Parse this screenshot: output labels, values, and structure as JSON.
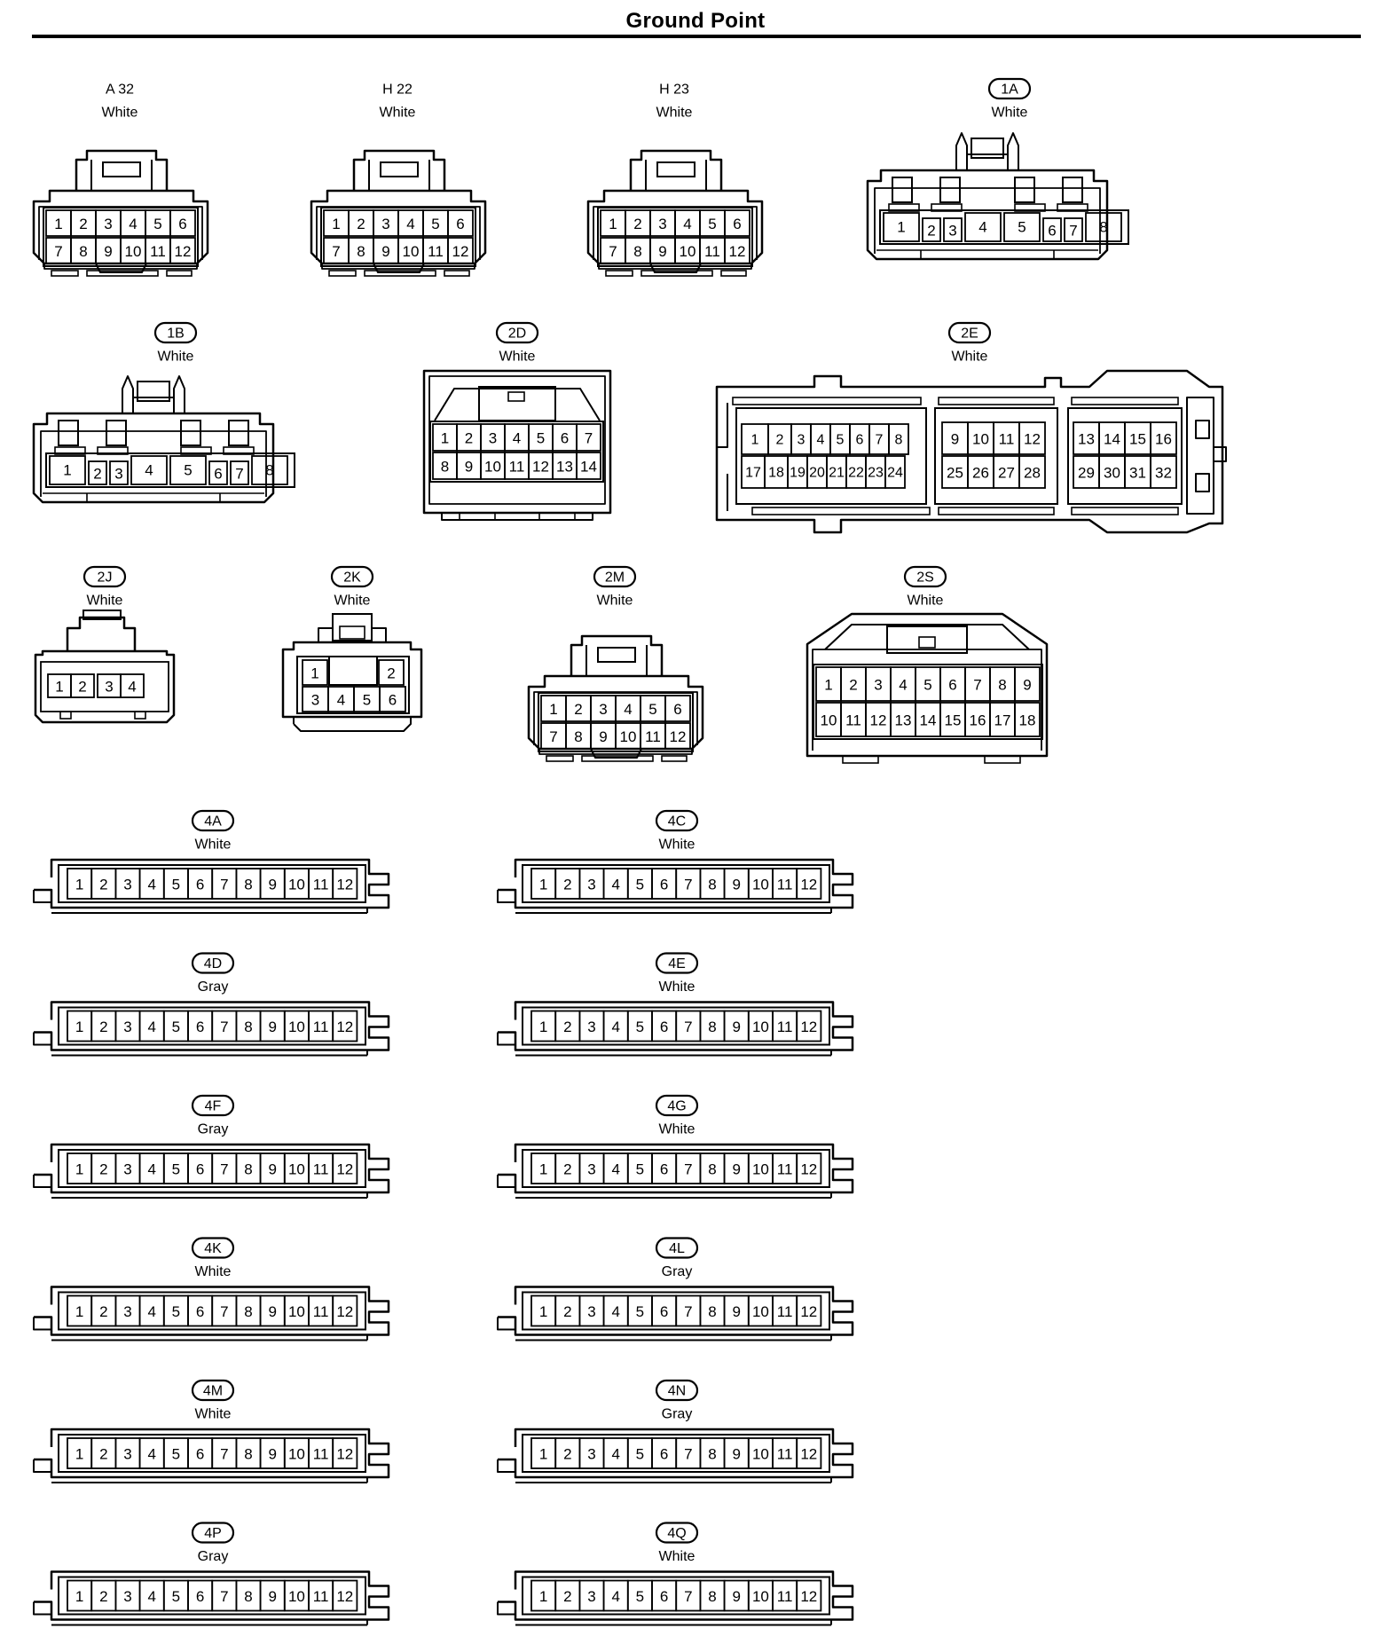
{
  "page": {
    "title": "Ground Point"
  },
  "connectors": [
    {
      "id": "A 32",
      "color": "White",
      "type": "box12",
      "rows": [
        [
          "1",
          "2",
          "3",
          "4",
          "5",
          "6"
        ],
        [
          "7",
          "8",
          "9",
          "10",
          "11",
          "12"
        ]
      ]
    },
    {
      "id": "H 22",
      "color": "White",
      "type": "box12",
      "rows": [
        [
          "1",
          "2",
          "3",
          "4",
          "5",
          "6"
        ],
        [
          "7",
          "8",
          "9",
          "10",
          "11",
          "12"
        ]
      ]
    },
    {
      "id": "H 23",
      "color": "White",
      "type": "box12",
      "rows": [
        [
          "1",
          "2",
          "3",
          "4",
          "5",
          "6"
        ],
        [
          "7",
          "8",
          "9",
          "10",
          "11",
          "12"
        ]
      ]
    },
    {
      "id": "1A",
      "color": "White",
      "type": "wide8",
      "badge": true,
      "rows": [
        [
          "1",
          "2",
          "3",
          "4",
          "5",
          "6",
          "7",
          "8"
        ]
      ]
    },
    {
      "id": "1B",
      "color": "White",
      "type": "wide8",
      "badge": true,
      "rows": [
        [
          "1",
          "2",
          "3",
          "4",
          "5",
          "6",
          "7",
          "8"
        ]
      ]
    },
    {
      "id": "2D",
      "color": "White",
      "type": "box14",
      "badge": true,
      "rows": [
        [
          "1",
          "2",
          "3",
          "4",
          "5",
          "6",
          "7"
        ],
        [
          "8",
          "9",
          "10",
          "11",
          "12",
          "13",
          "14"
        ]
      ]
    },
    {
      "id": "2E",
      "color": "White",
      "type": "ecu32",
      "badge": true,
      "blocks": [
        {
          "rows": [
            [
              "1",
              "2",
              "3",
              "4",
              "5",
              "6",
              "7",
              "8"
            ],
            [
              "17",
              "18",
              "19",
              "20",
              "21",
              "22",
              "23",
              "24"
            ]
          ]
        },
        {
          "rows": [
            [
              "9",
              "10",
              "11",
              "12"
            ],
            [
              "25",
              "26",
              "27",
              "28"
            ]
          ]
        },
        {
          "rows": [
            [
              "13",
              "14",
              "15",
              "16"
            ],
            [
              "29",
              "30",
              "31",
              "32"
            ]
          ]
        }
      ]
    },
    {
      "id": "2J",
      "color": "White",
      "type": "small4",
      "badge": true,
      "rows": [
        [
          "1",
          "2",
          "3",
          "4"
        ]
      ]
    },
    {
      "id": "2K",
      "color": "White",
      "type": "small6",
      "badge": true,
      "rows": [
        [
          "1",
          "2"
        ],
        [
          "3",
          "4",
          "5",
          "6"
        ]
      ]
    },
    {
      "id": "2M",
      "color": "White",
      "type": "box12",
      "badge": true,
      "rows": [
        [
          "1",
          "2",
          "3",
          "4",
          "5",
          "6"
        ],
        [
          "7",
          "8",
          "9",
          "10",
          "11",
          "12"
        ]
      ]
    },
    {
      "id": "2S",
      "color": "White",
      "type": "box18",
      "badge": true,
      "rows": [
        [
          "1",
          "2",
          "3",
          "4",
          "5",
          "6",
          "7",
          "8",
          "9"
        ],
        [
          "10",
          "11",
          "12",
          "13",
          "14",
          "15",
          "16",
          "17",
          "18"
        ]
      ]
    },
    {
      "id": "4A",
      "color": "White",
      "type": "strip12",
      "badge": true,
      "pins": [
        "1",
        "2",
        "3",
        "4",
        "5",
        "6",
        "7",
        "8",
        "9",
        "10",
        "11",
        "12"
      ]
    },
    {
      "id": "4C",
      "color": "White",
      "type": "strip12",
      "badge": true,
      "pins": [
        "1",
        "2",
        "3",
        "4",
        "5",
        "6",
        "7",
        "8",
        "9",
        "10",
        "11",
        "12"
      ]
    },
    {
      "id": "4D",
      "color": "Gray",
      "type": "strip12",
      "badge": true,
      "pins": [
        "1",
        "2",
        "3",
        "4",
        "5",
        "6",
        "7",
        "8",
        "9",
        "10",
        "11",
        "12"
      ]
    },
    {
      "id": "4E",
      "color": "White",
      "type": "strip12",
      "badge": true,
      "pins": [
        "1",
        "2",
        "3",
        "4",
        "5",
        "6",
        "7",
        "8",
        "9",
        "10",
        "11",
        "12"
      ]
    },
    {
      "id": "4F",
      "color": "Gray",
      "type": "strip12",
      "badge": true,
      "pins": [
        "1",
        "2",
        "3",
        "4",
        "5",
        "6",
        "7",
        "8",
        "9",
        "10",
        "11",
        "12"
      ]
    },
    {
      "id": "4G",
      "color": "White",
      "type": "strip12",
      "badge": true,
      "pins": [
        "1",
        "2",
        "3",
        "4",
        "5",
        "6",
        "7",
        "8",
        "9",
        "10",
        "11",
        "12"
      ]
    },
    {
      "id": "4K",
      "color": "White",
      "type": "strip12",
      "badge": true,
      "pins": [
        "1",
        "2",
        "3",
        "4",
        "5",
        "6",
        "7",
        "8",
        "9",
        "10",
        "11",
        "12"
      ]
    },
    {
      "id": "4L",
      "color": "Gray",
      "type": "strip12",
      "badge": true,
      "pins": [
        "1",
        "2",
        "3",
        "4",
        "5",
        "6",
        "7",
        "8",
        "9",
        "10",
        "11",
        "12"
      ]
    },
    {
      "id": "4M",
      "color": "White",
      "type": "strip12",
      "badge": true,
      "pins": [
        "1",
        "2",
        "3",
        "4",
        "5",
        "6",
        "7",
        "8",
        "9",
        "10",
        "11",
        "12"
      ]
    },
    {
      "id": "4N",
      "color": "Gray",
      "type": "strip12",
      "badge": true,
      "pins": [
        "1",
        "2",
        "3",
        "4",
        "5",
        "6",
        "7",
        "8",
        "9",
        "10",
        "11",
        "12"
      ]
    },
    {
      "id": "4P",
      "color": "Gray",
      "type": "strip12",
      "badge": true,
      "pins": [
        "1",
        "2",
        "3",
        "4",
        "5",
        "6",
        "7",
        "8",
        "9",
        "10",
        "11",
        "12"
      ]
    },
    {
      "id": "4Q",
      "color": "White",
      "type": "strip12",
      "badge": true,
      "pins": [
        "1",
        "2",
        "3",
        "4",
        "5",
        "6",
        "7",
        "8",
        "9",
        "10",
        "11",
        "12"
      ]
    }
  ]
}
